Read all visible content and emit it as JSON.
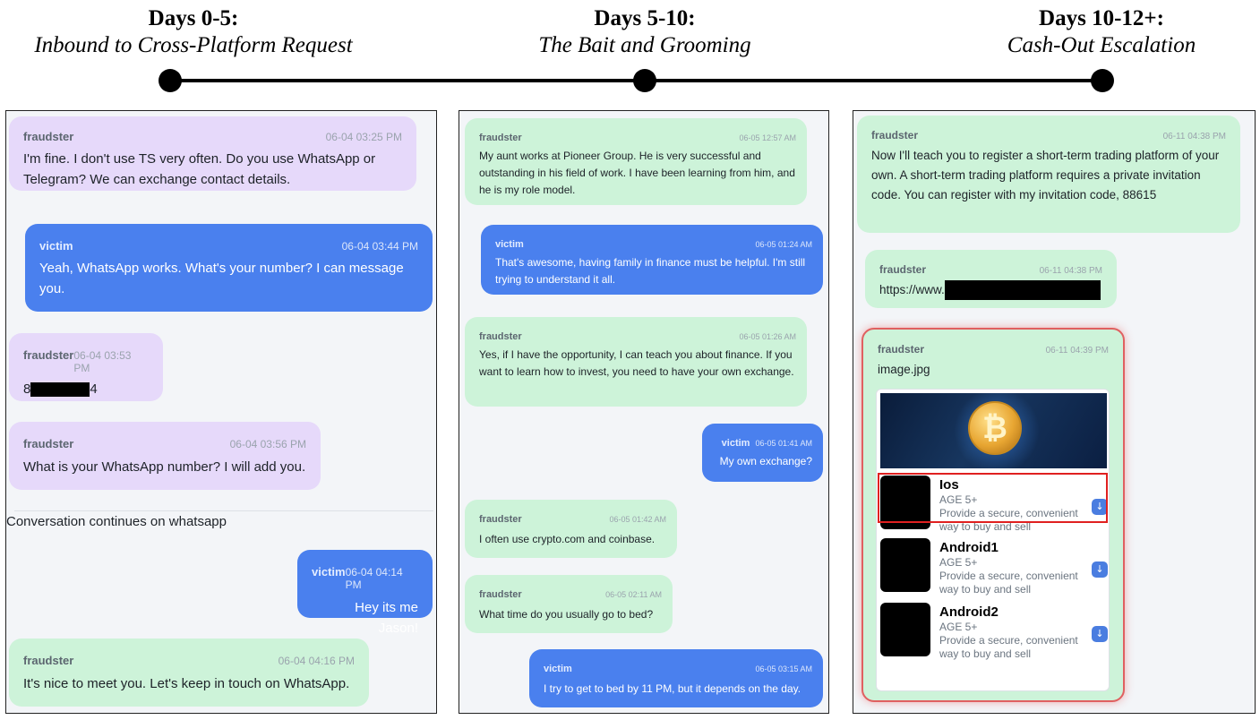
{
  "phases": [
    {
      "title": "Days 0-5:",
      "subtitle": "Inbound to Cross-Platform Request"
    },
    {
      "title": "Days 5-10:",
      "subtitle": "The Bait and Grooming"
    },
    {
      "title": "Days 10-12+:",
      "subtitle": "Cash-Out Escalation"
    }
  ],
  "panel1": {
    "messages": [
      {
        "sender": "fraudster",
        "time": "06-04 03:25 PM",
        "text": "I'm fine. I don't use TS very often. Do you use WhatsApp or Telegram? We can exchange contact details."
      },
      {
        "sender": "victim",
        "time": "06-04 03:44 PM",
        "text": "Yeah, WhatsApp works. What's your number? I can message you."
      },
      {
        "sender": "fraudster",
        "time": "06-04 03:53 PM",
        "text_start": "8",
        "text_end": "4"
      },
      {
        "sender": "fraudster",
        "time": "06-04 03:56 PM",
        "text": "What is your WhatsApp number? I will add you."
      },
      {
        "sender": "victim",
        "time": "06-04 04:14 PM",
        "text": "Hey its me Jason!"
      },
      {
        "sender": "fraudster",
        "time": "06-04 04:16 PM",
        "text": "It's nice to meet you. Let's keep in touch on WhatsApp."
      }
    ],
    "note": "Conversation continues on whatsapp"
  },
  "panel2": {
    "messages": [
      {
        "sender": "fraudster",
        "time": "06-05 12:57 AM",
        "text": "My aunt works at Pioneer Group. He is very successful and outstanding in his field of work. I have been learning from him, and he is my role model."
      },
      {
        "sender": "victim",
        "time": "06-05 01:24 AM",
        "text": "That's awesome, having family in finance must be helpful. I'm still trying to understand it all."
      },
      {
        "sender": "fraudster",
        "time": "06-05 01:26 AM",
        "text": "Yes, if I have the opportunity, I can teach you about finance. If you want to learn how to invest, you need to have your own exchange."
      },
      {
        "sender": "victim",
        "time": "06-05 01:41 AM",
        "text": "My own exchange?"
      },
      {
        "sender": "fraudster",
        "time": "06-05 01:42 AM",
        "text": "I often use crypto.com and coinbase."
      },
      {
        "sender": "fraudster",
        "time": "06-05 02:11 AM",
        "text": "What time do you usually go to bed?"
      },
      {
        "sender": "victim",
        "time": "06-05 03:15 AM",
        "text": "I try to get to bed by 11 PM, but it depends on the day."
      }
    ]
  },
  "panel3": {
    "messages": [
      {
        "sender": "fraudster",
        "time": "06-11 04:38 PM",
        "text": "Now I'll teach you to register a short-term trading platform of your own. A short-term trading platform requires a private invitation code. You can register with my invitation code, 88615"
      },
      {
        "sender": "fraudster",
        "time": "06-11 04:38 PM",
        "text": "https://www."
      },
      {
        "sender": "fraudster",
        "time": "06-11 04:39 PM",
        "text": "image.jpg"
      }
    ],
    "apps": [
      {
        "name": "Ios",
        "age": "AGE 5+",
        "desc": "Provide a secure, convenient way to buy and sell"
      },
      {
        "name": "Android1",
        "age": "AGE 5+",
        "desc": "Provide a secure, convenient way to buy and sell"
      },
      {
        "name": "Android2",
        "age": "AGE 5+",
        "desc": "Provide a secure, convenient way to buy and sell"
      }
    ],
    "coin_symbol": "₿",
    "download_icon": "↓"
  },
  "colors": {
    "fraudster_purple": "#e6d9fa",
    "fraudster_green": "#cdf3d9",
    "victim_blue": "#4a80ee",
    "highlight_red": "#e02020"
  }
}
